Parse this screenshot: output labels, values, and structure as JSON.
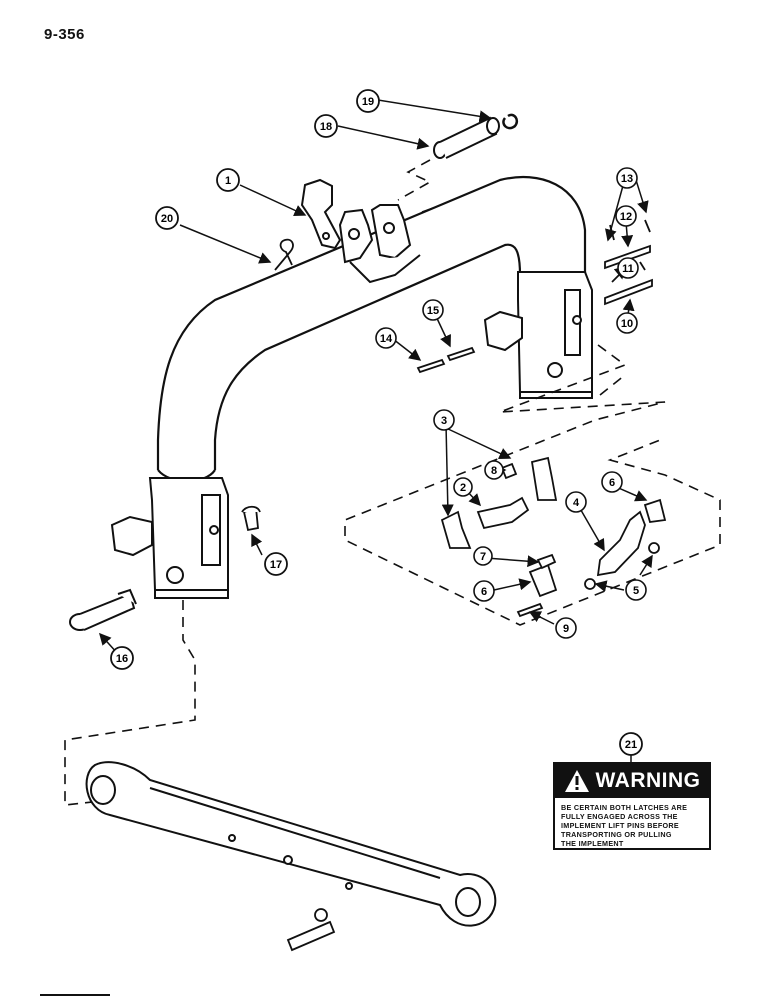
{
  "page": {
    "number": "9-356"
  },
  "callouts": [
    {
      "n": "1"
    },
    {
      "n": "2"
    },
    {
      "n": "3"
    },
    {
      "n": "4"
    },
    {
      "n": "5"
    },
    {
      "n": "6"
    },
    {
      "n": "6"
    },
    {
      "n": "7"
    },
    {
      "n": "8"
    },
    {
      "n": "9"
    },
    {
      "n": "10"
    },
    {
      "n": "11"
    },
    {
      "n": "12"
    },
    {
      "n": "13"
    },
    {
      "n": "14"
    },
    {
      "n": "15"
    },
    {
      "n": "16"
    },
    {
      "n": "17"
    },
    {
      "n": "18"
    },
    {
      "n": "19"
    },
    {
      "n": "20"
    },
    {
      "n": "21"
    }
  ],
  "warning": {
    "title": "WARNING",
    "lines": [
      "BE CERTAIN BOTH LATCHES ARE",
      "FULLY ENGAGED ACROSS THE",
      "IMPLEMENT LIFT PINS BEFORE",
      "TRANSPORTING OR PULLING",
      "THE IMPLEMENT"
    ]
  }
}
